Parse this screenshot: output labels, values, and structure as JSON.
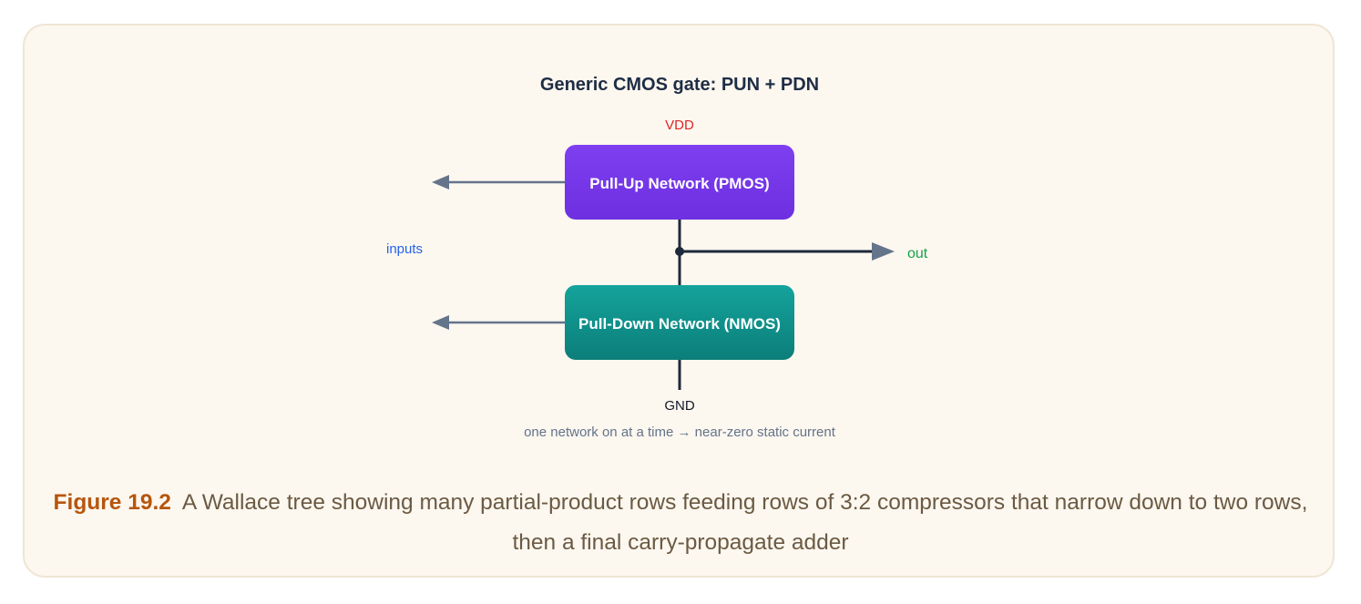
{
  "diagram": {
    "title": "Generic CMOS gate: PUN + PDN",
    "vdd_label": "VDD",
    "pun_label": "Pull-Up Network (PMOS)",
    "pdn_label": "Pull-Down Network (NMOS)",
    "inputs_label": "inputs",
    "out_label": "out",
    "gnd_label": "GND",
    "note": "one network on at a time → near-zero static current",
    "colors": {
      "pun_fill": "#7c3aed",
      "pdn_fill": "#0f9a93",
      "wire": "#1e293b",
      "arrow": "#64748b",
      "vdd": "#dc2626",
      "inputs": "#2563eb",
      "out": "#16a34a",
      "title": "#1e2d45"
    }
  },
  "figure": {
    "label": "Figure 19.2",
    "caption": "A Wallace tree showing many partial-product rows feeding rows of 3:2 compressors that narrow down to two rows, then a final carry-propagate adder"
  }
}
